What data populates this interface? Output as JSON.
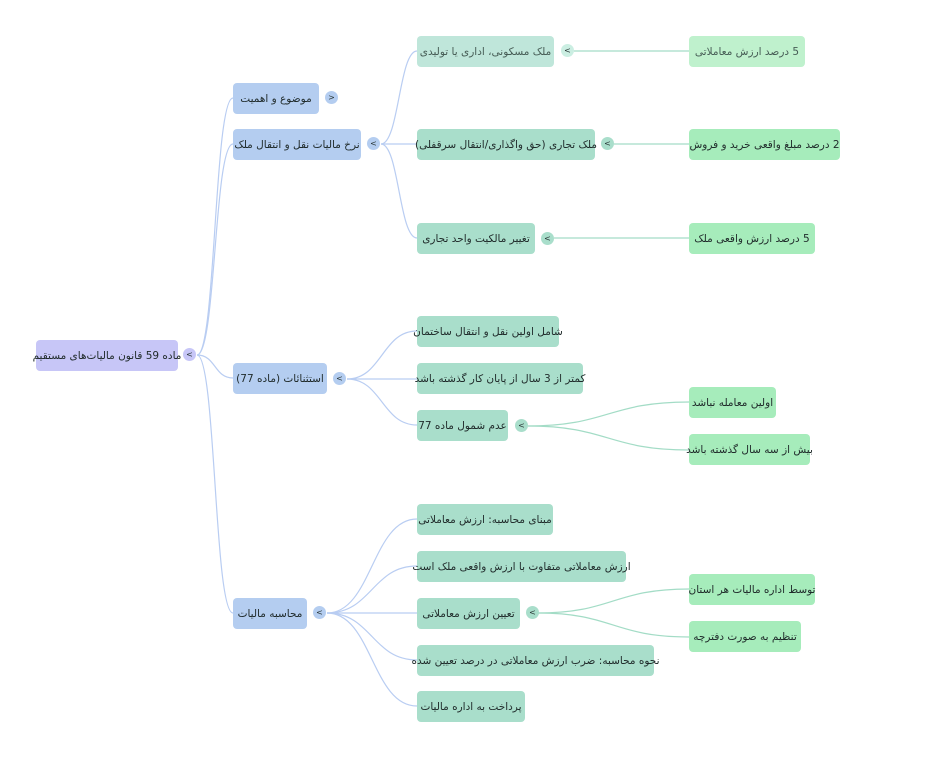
{
  "root": {
    "label": "ماده 59 قانون مالیات‌های مستقیم",
    "toggle": "<"
  },
  "branches": {
    "importance": {
      "label": "موضوع و اهمیت",
      "toggle": ">"
    },
    "rate": {
      "label": "نرخ مالیات نقل و انتقال ملک",
      "toggle": "<",
      "residential": {
        "label": "ملک مسکونی، اداری یا تولیدی",
        "toggle": "<",
        "value": "5 درصد ارزش معاملاتی"
      },
      "commercial": {
        "label": "ملک تجاری (حق واگذاری/انتقال سرقفلی)",
        "toggle": "<",
        "value": "2 درصد مبلغ واقعی خرید و فروش"
      },
      "ownership": {
        "label": "تغییر مالکیت واحد تجاری",
        "toggle": "<",
        "value": "5 درصد ارزش واقعی ملک"
      }
    },
    "exceptions": {
      "label": "استثنائات (ماده 77)",
      "toggle": "<",
      "first_transfer": {
        "label": "شامل اولین نقل و انتقال ساختمان"
      },
      "three_years": {
        "label": "کمتر از 3 سال از پایان کار گذشته باشد"
      },
      "not_77": {
        "label": "عدم شمول ماده 77",
        "toggle": "<",
        "first_deal": {
          "label": "اولین معامله نباشد"
        },
        "over_three": {
          "label": "بیش از سه سال گذشته باشد"
        }
      }
    },
    "calc": {
      "label": "محاسبه مالیات",
      "toggle": "<",
      "basis": {
        "label": "مبنای محاسبه: ارزش معاملاتی"
      },
      "differs": {
        "label": "ارزش معاملاتی متفاوت با ارزش واقعی ملک است"
      },
      "determine": {
        "label": "تعیین ارزش معاملاتی",
        "toggle": "<",
        "by_office": {
          "label": "توسط اداره مالیات هر استان"
        },
        "booklet": {
          "label": "تنظیم به صورت دفترچه"
        }
      },
      "method": {
        "label": "نحوه محاسبه: ضرب ارزش معاملاتی در درصد تعیین شده"
      },
      "payment": {
        "label": "پرداخت به اداره مالیات"
      }
    }
  },
  "colors": {
    "level0": "#c7c6f7",
    "level1": "#b4cdf0",
    "level2": "#a9decb",
    "level3": "#a6ecbb",
    "edge_blue": "#b9cdf2",
    "edge_green": "#a3dcc6"
  }
}
